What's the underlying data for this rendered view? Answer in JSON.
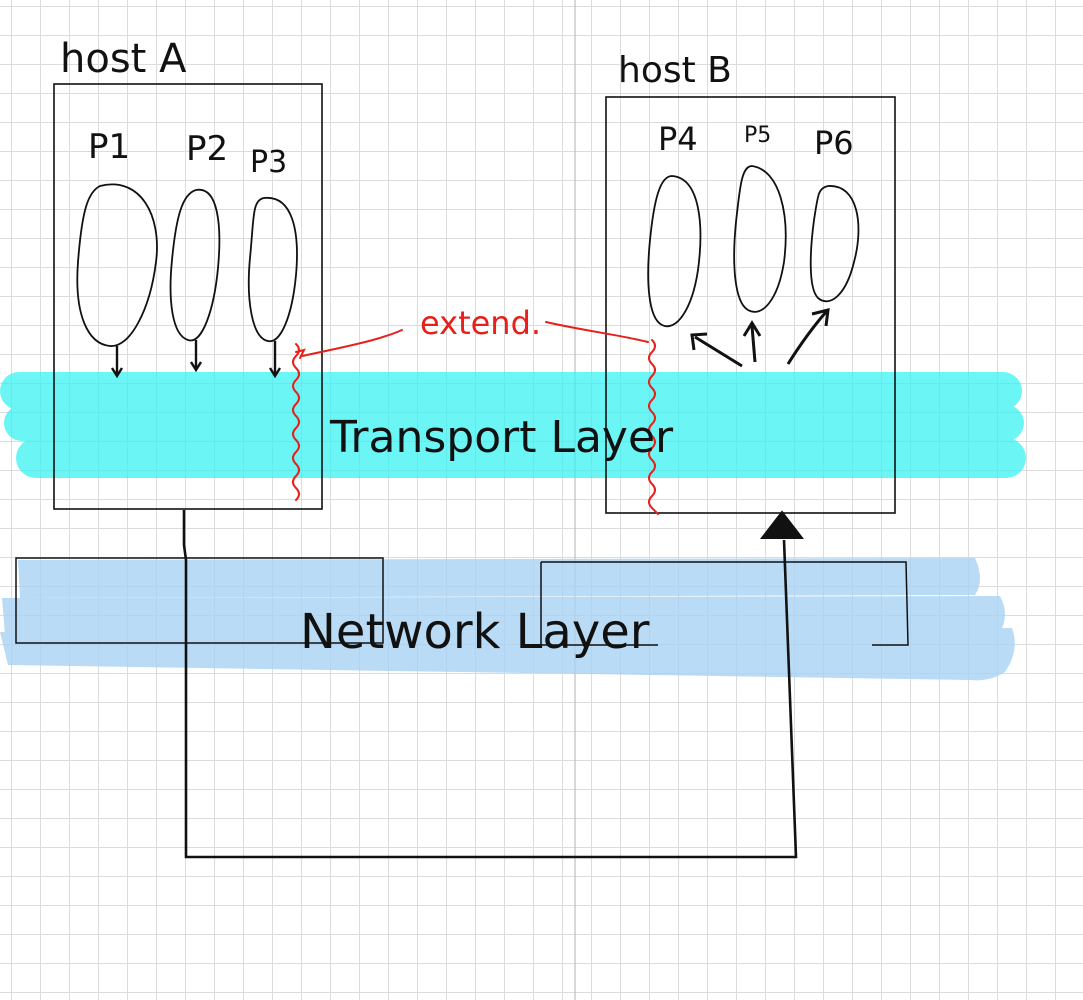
{
  "colors": {
    "ink": "#111111",
    "annotation": "#e8201c",
    "transport_band": "#33f2f2",
    "network_band": "#a9d3f5",
    "grid": "#dcdcdc"
  },
  "hosts": [
    {
      "label": "host A",
      "processes": [
        "P1",
        "P2",
        "P3"
      ]
    },
    {
      "label": "host B",
      "processes": [
        "P4",
        "P5",
        "P6"
      ]
    }
  ],
  "layers": {
    "transport": "Transport Layer",
    "network": "Network Layer"
  },
  "annotation": {
    "text": "extend."
  }
}
